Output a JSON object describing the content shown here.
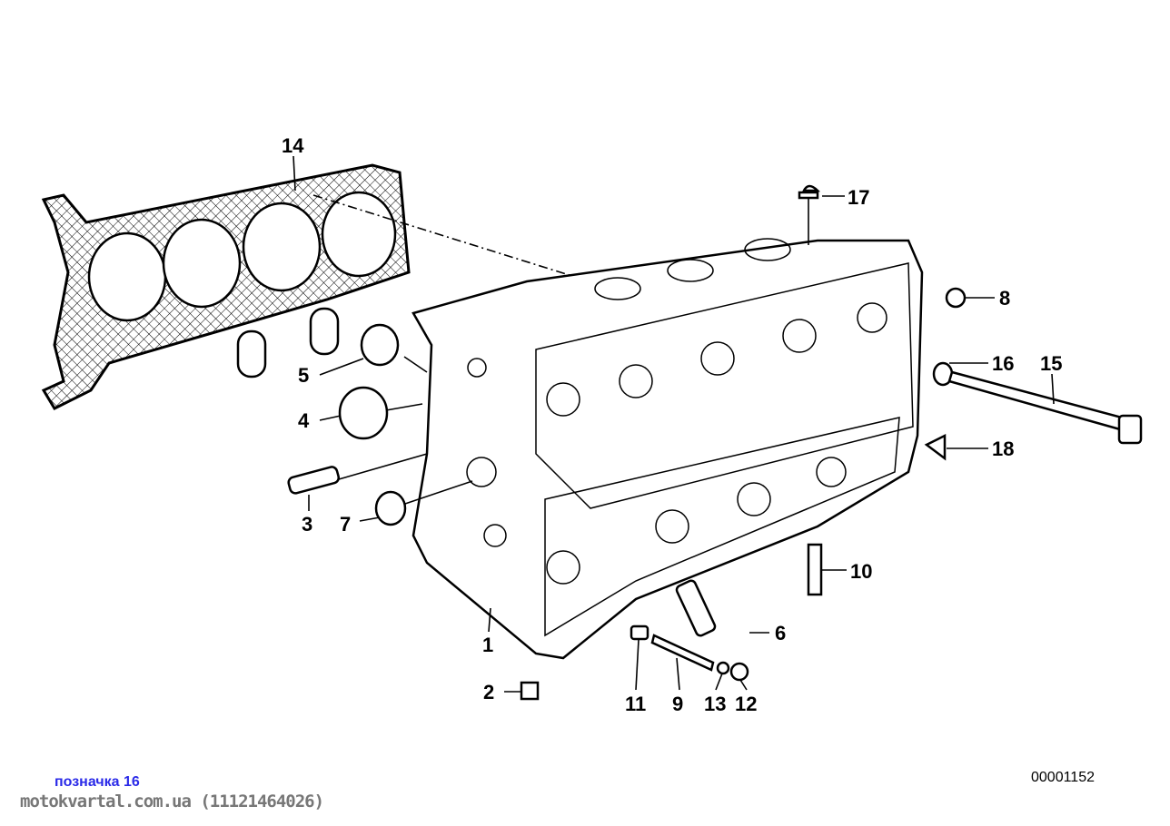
{
  "diagram": {
    "part_numbers": [
      "1",
      "2",
      "3",
      "4",
      "5",
      "6",
      "7",
      "8",
      "9",
      "10",
      "11",
      "12",
      "13",
      "14",
      "15",
      "16",
      "17",
      "18"
    ],
    "drawing_code": "00001152"
  },
  "footer": {
    "tag": "позначка 16",
    "site": "motokvartal.com.ua (11121464026)"
  }
}
